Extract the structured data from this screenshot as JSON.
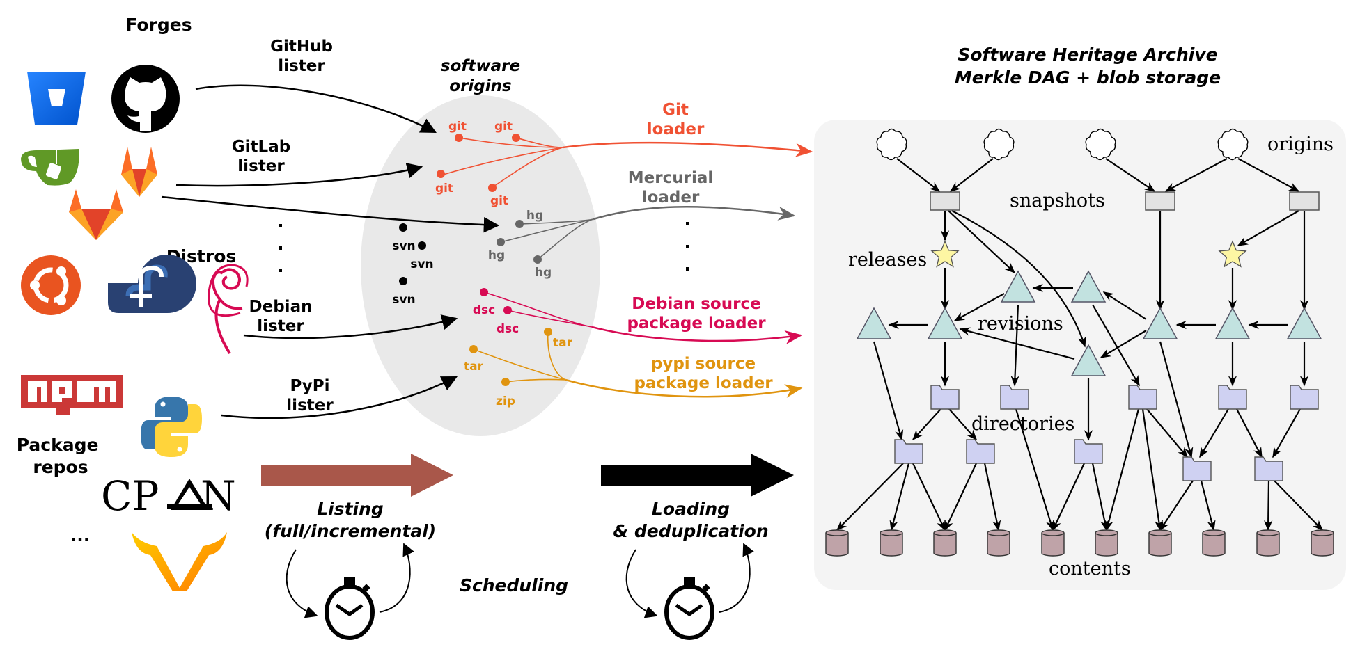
{
  "left": {
    "forges_heading": "Forges",
    "distros_heading": "Distros",
    "package_repos_heading_line1": "Package",
    "package_repos_heading_line2": "repos",
    "ellipsis": "...",
    "vertical_dots": ".",
    "logos": {
      "bitbucket": "Bitbucket",
      "github": "GitHub",
      "gitea": "Gitea",
      "gitlab": "GitLab",
      "ubuntu": "Ubuntu",
      "fedora": "Fedora",
      "debian": "Debian",
      "npm": "npm",
      "python": "Python",
      "cpan": "CPAN",
      "gnu_guix": "Guix"
    }
  },
  "listers": [
    {
      "line1": "GitHub",
      "line2": "lister"
    },
    {
      "line1": "GitLab",
      "line2": "lister"
    },
    {
      "line1": "Debian",
      "line2": "lister"
    },
    {
      "line1": "PyPi",
      "line2": "lister"
    }
  ],
  "origins": {
    "title_line1": "software",
    "title_line2": "origins",
    "labels": {
      "git": "git",
      "hg": "hg",
      "svn": "svn",
      "dsc": "dsc",
      "tar": "tar",
      "zip": "zip"
    },
    "colors": {
      "git": "#f05133",
      "hg": "#666666",
      "svn": "#000000",
      "dsc": "#d70a53",
      "pypi": "#e0940f"
    }
  },
  "loaders": [
    {
      "line1": "Git",
      "line2": "loader"
    },
    {
      "line1": "Mercurial",
      "line2": "loader"
    },
    {
      "line1": "Debian source",
      "line2": "package loader"
    },
    {
      "line1": "pypi source",
      "line2": "package loader"
    }
  ],
  "stages": {
    "listing_line1": "Listing",
    "listing_line2": "(full/incremental)",
    "loading_line1": "Loading",
    "loading_line2": "& deduplication",
    "scheduling": "Scheduling",
    "listing_arrow_color": "#a9574a",
    "loading_arrow_color": "#000000"
  },
  "archive": {
    "title_line1": "Software Heritage Archive",
    "title_line2": "Merkle DAG + blob storage",
    "labels": {
      "origins": "origins",
      "snapshots": "snapshots",
      "releases": "releases",
      "revisions": "revisions",
      "directories": "directories",
      "contents": "contents"
    },
    "colors": {
      "background": "#f4f4f4",
      "snapshot": "#e2e2e2",
      "release": "#fdf6a3",
      "revision": "#c2e2e0",
      "directory": "#cfd1f2",
      "content": "#bfa3a8"
    }
  }
}
